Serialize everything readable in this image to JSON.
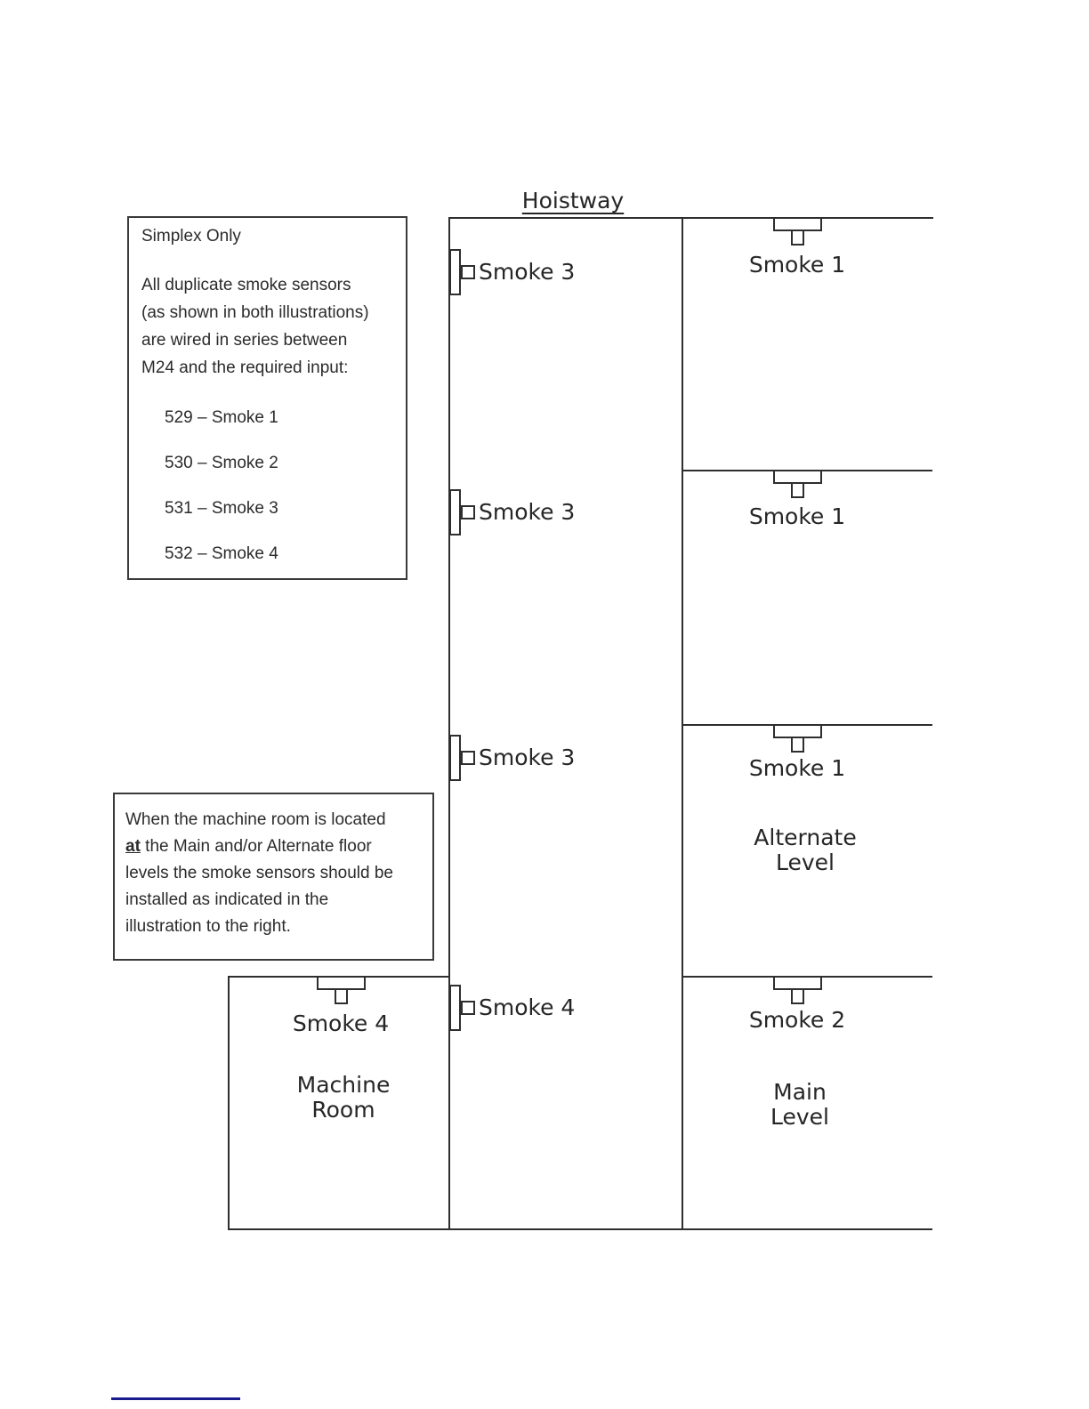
{
  "simplex_note": {
    "title": "Simplex Only",
    "body_lines": [
      "All duplicate smoke sensors",
      "(as shown in both illustrations)",
      "are wired in series between",
      "M24 and the required input:"
    ],
    "wiring_inputs": [
      "529 – Smoke 1",
      "530 – Smoke 2",
      "531 – Smoke 3",
      "532 – Smoke 4"
    ]
  },
  "machine_note": {
    "line1": "When the machine room is located",
    "line2_emphasis": "at",
    "line2_rest": " the Main and/or Alternate floor",
    "line3": "levels the smoke sensors should be",
    "line4": "installed as indicated in the",
    "line5": "illustration to the right."
  },
  "diagram": {
    "hoistway_label": "Hoistway",
    "wall_sensors": [
      {
        "label": "Smoke 3"
      },
      {
        "label": "Smoke 3"
      },
      {
        "label": "Smoke 3"
      },
      {
        "label": "Smoke 4"
      }
    ],
    "ceiling_sensors": [
      {
        "label": "Smoke 1"
      },
      {
        "label": "Smoke 1"
      },
      {
        "label": "Smoke 1"
      },
      {
        "label": "Smoke 2"
      },
      {
        "label": "Smoke 4"
      }
    ],
    "room_labels": {
      "alternate": "Alternate\nLevel",
      "main": "Main\nLevel",
      "machine": "Machine\nRoom"
    }
  },
  "colors": {
    "line": "#2e2e2e",
    "text": "#262626",
    "footer_rule": "#1b1b8e"
  }
}
